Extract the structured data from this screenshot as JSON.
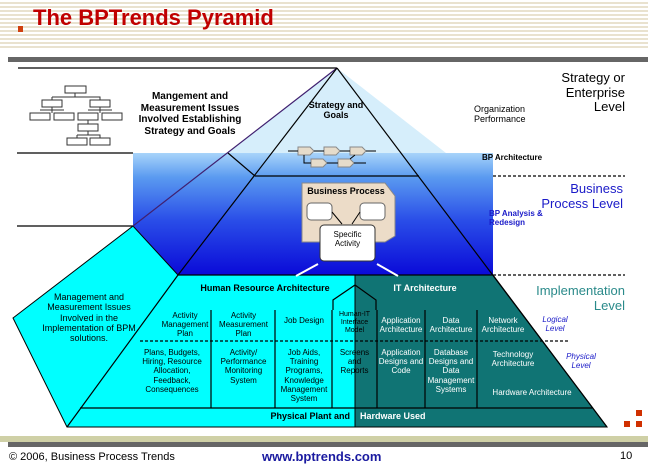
{
  "title": "The BPTrends Pyramid",
  "colors": {
    "title": "#c00000",
    "cyan": "#00ffff",
    "teal": "#107474",
    "blue": "#1a1ae0",
    "level_blue": "#1a1ac8",
    "impl": "#2a8a8a"
  },
  "top": {
    "mgmt_issues": "Mangement and Measurement Issues Involved Establishing Strategy and Goals",
    "strategy_goals": "Strategy and Goals",
    "org_performance": "Organization Performance",
    "strategy_level": "Strategy or Enterprise Level",
    "bp_architecture": "BP Architecture"
  },
  "middle": {
    "business_process": "Business Process",
    "specific_activity": "Specific Activity",
    "bp_analysis": "BP Analysis & Redesign",
    "bp_level": "Business Process Level"
  },
  "bottom": {
    "left_issues": "Management and Measurement Issues Involved in the Implementation of BPM solutions.",
    "hr_header": "Human Resource Architecture",
    "it_header": "IT Architecture",
    "logical": [
      "Activity Management Plan",
      "Activity Measurement Plan",
      "Job Design",
      "Human-IT Interface Model",
      "Application Architecture",
      "Data Architecture",
      "Network Architecture"
    ],
    "physical": [
      "Plans, Budgets, Hiring, Resource Allocation, Feedback, Consequences",
      "Activity/ Performance Monitoring System",
      "Job Aids, Training Programs, Knowledge Management System",
      "Screens and Reports",
      "Application Designs and Code",
      "Database Designs and Data Management Systems",
      "Technology Architecture",
      "Hardware Architecture"
    ],
    "plant_left": "Physical Plant and",
    "plant_right": "Hardware Used",
    "impl_level": "Implementation Level",
    "logical_level": "Logical Level",
    "physical_level": "Physical Level"
  },
  "footer": {
    "copyright": "© 2006, Business Process Trends",
    "url": "www.bptrends.com",
    "page": "10"
  }
}
